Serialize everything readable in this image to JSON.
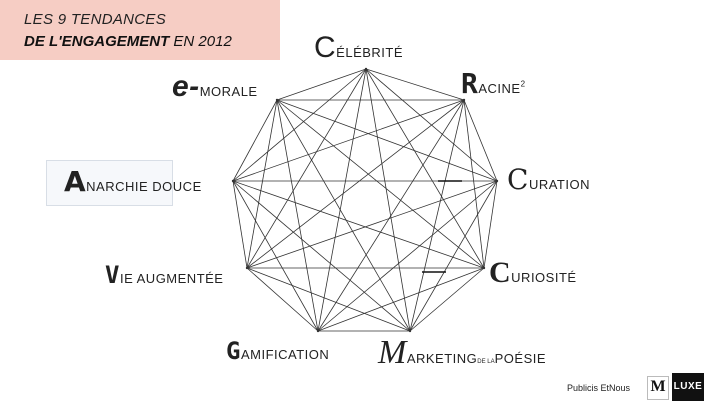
{
  "title": {
    "line1": "LES 9 TENDANCES",
    "line2_bold": "DE L'ENGAGEMENT",
    "line2_rest": " EN 2012"
  },
  "nodes": [
    {
      "initial": "C",
      "rest": "ÉLÉBRITÉ",
      "sup": ""
    },
    {
      "initial": "R",
      "rest": "ACINE",
      "sup": "2"
    },
    {
      "initial": "C",
      "rest": "URATION",
      "sup": ""
    },
    {
      "initial": "C",
      "rest": "URIOSITÉ",
      "sup": ""
    },
    {
      "initial": "M",
      "rest": "ARKETING",
      "tiny": "DE LA",
      "rest2": "POÉSIE"
    },
    {
      "initial": "G",
      "rest": "AMIFICATION",
      "sup": ""
    },
    {
      "initial": "V",
      "rest": "IE AUGMENTÉE",
      "sup": ""
    },
    {
      "initial": "A",
      "rest": "NARCHIE DOUCE",
      "sup": ""
    },
    {
      "initial": "e-",
      "rest": "MORALE",
      "sup": ""
    }
  ],
  "footer": {
    "publicis": "Publicis EtNous",
    "logo_m": "M",
    "logo_luxe": "LUXE"
  }
}
